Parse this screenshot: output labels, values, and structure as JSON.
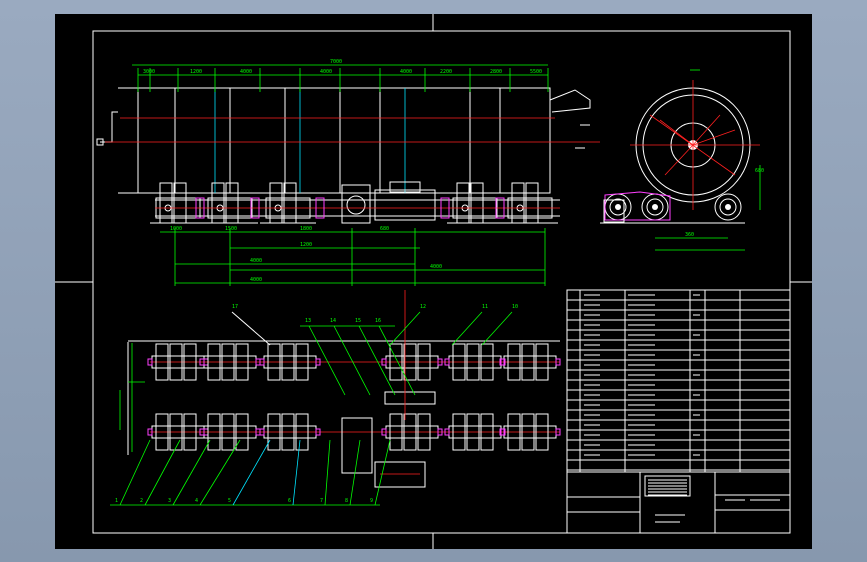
{
  "drawing": {
    "title_text": "",
    "dimension_labels": [
      "3000",
      "1200",
      "4000",
      "4000",
      "4000",
      "2200",
      "2800",
      "5500",
      "1000",
      "1500",
      "7000",
      "1800",
      "680",
      "360"
    ],
    "part_balloons": [
      "1",
      "2",
      "3",
      "4",
      "5",
      "6",
      "7",
      "8",
      "9",
      "10",
      "11",
      "12",
      "13",
      "14",
      "15",
      "16",
      "17"
    ],
    "bom_rows": 18
  },
  "colors": {
    "background": "#000000",
    "outline": "#ffffff",
    "dimension": "#00ff00",
    "centerline": "#ff2020",
    "hidden": "#00e5ff",
    "highlight": "#ff40ff"
  }
}
